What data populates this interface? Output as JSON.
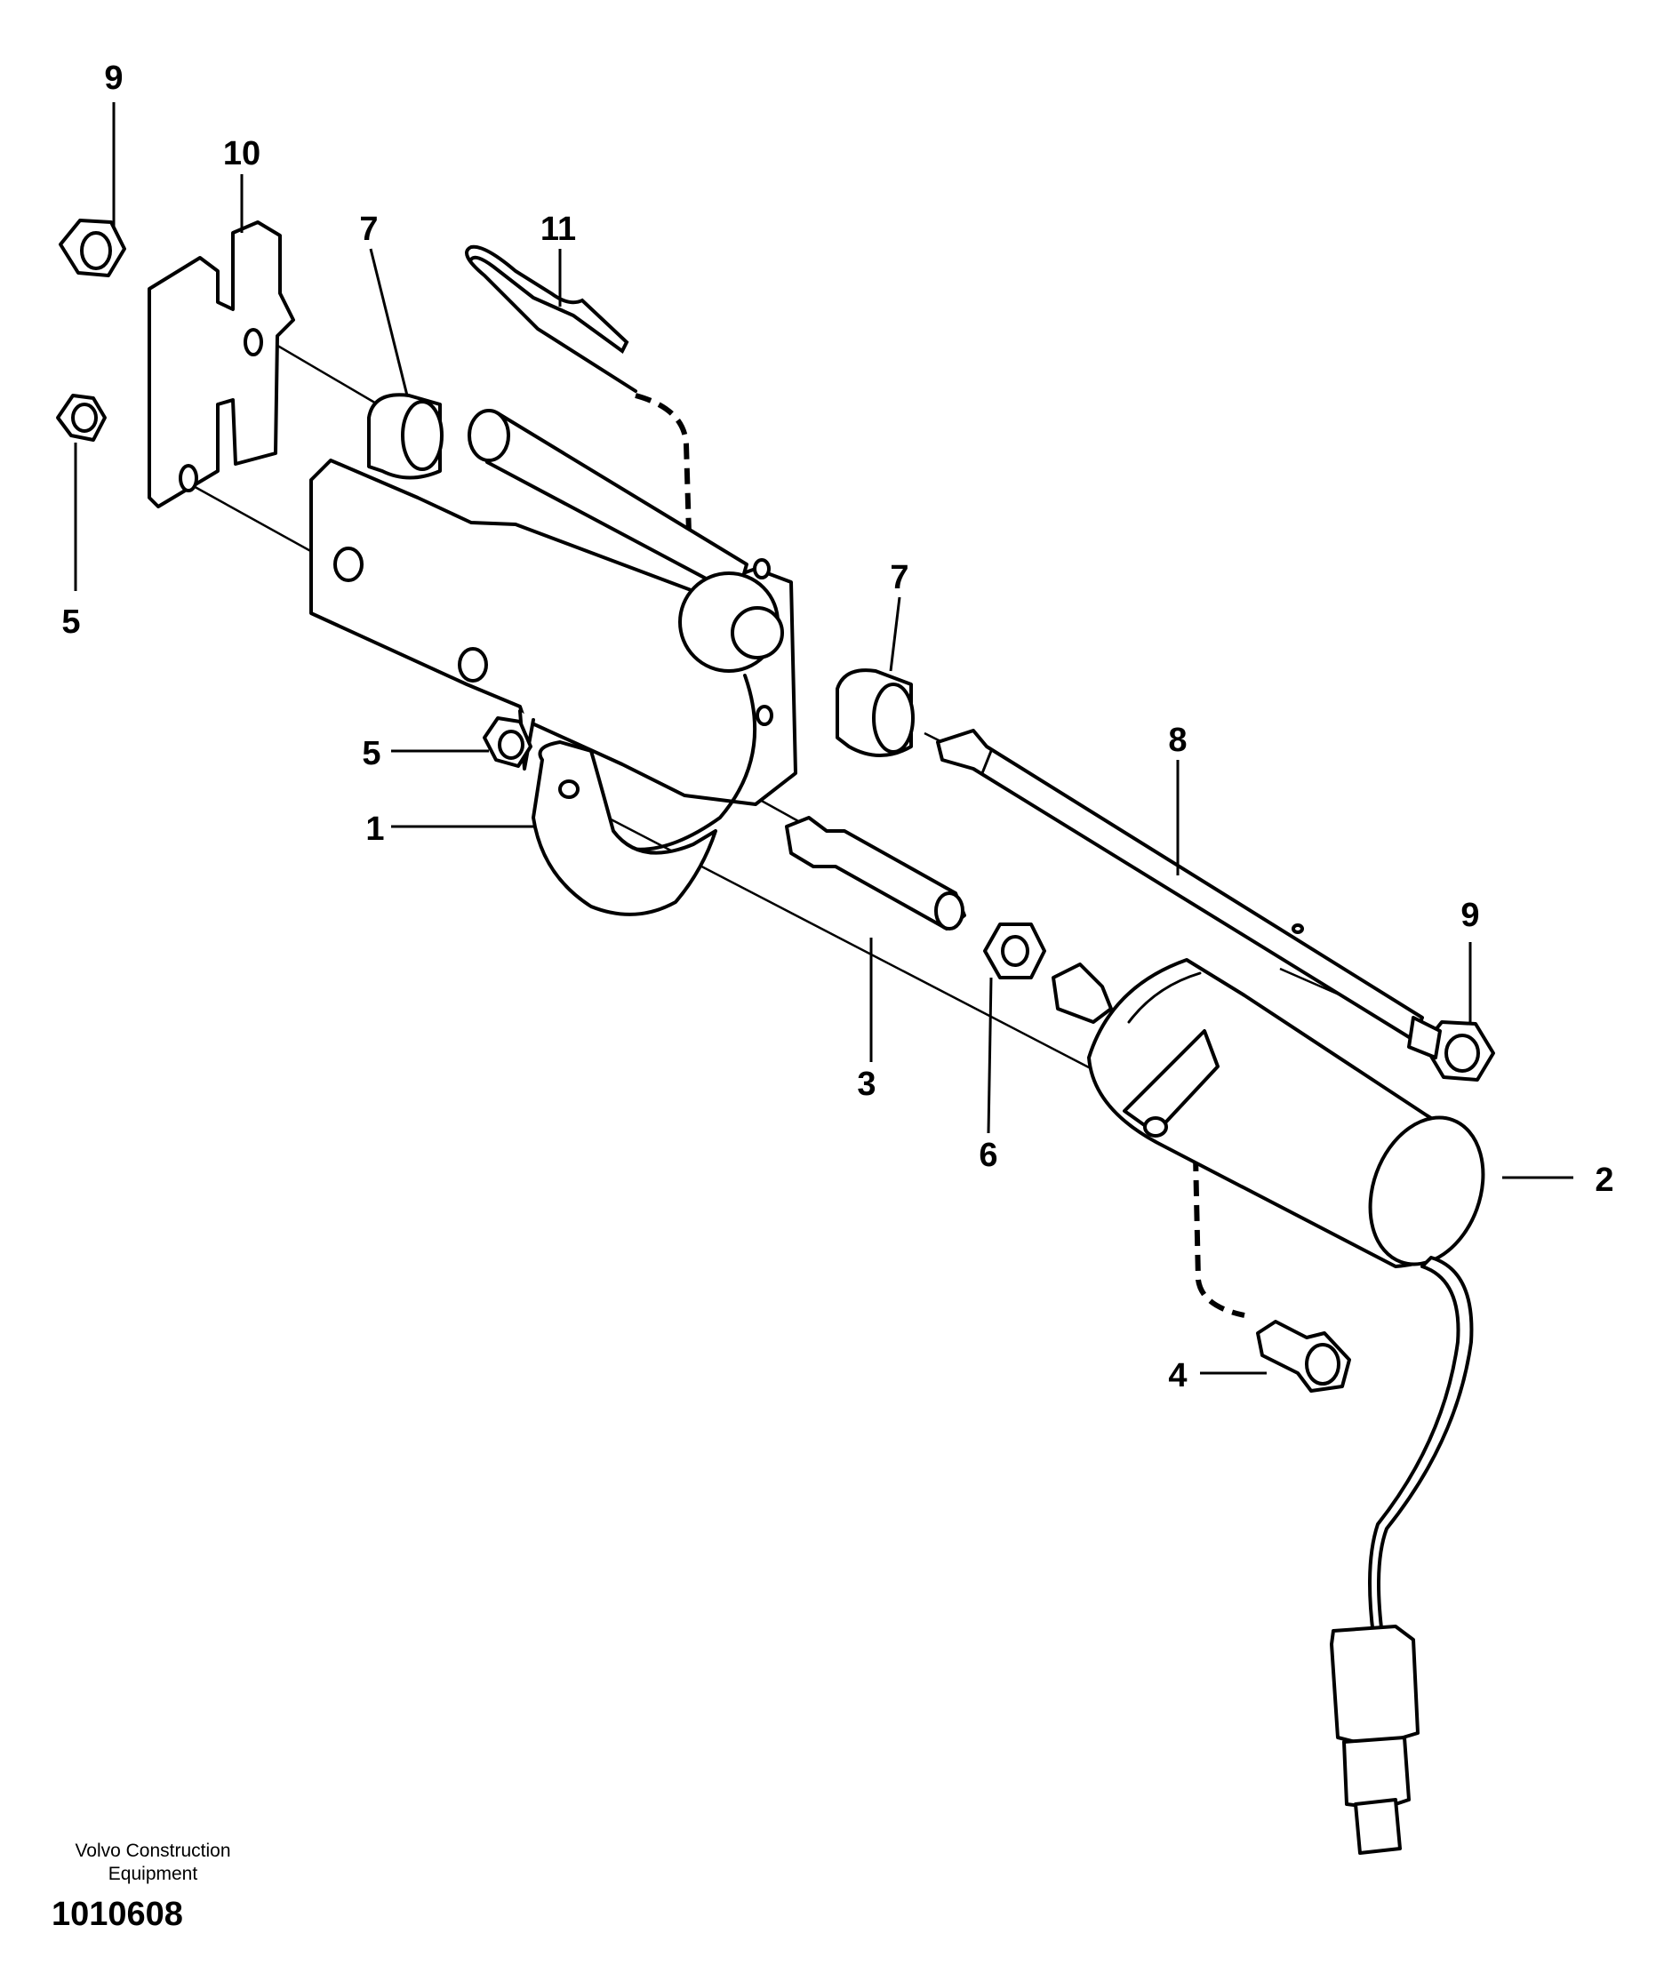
{
  "footer": {
    "brand_line1": "Volvo Construction",
    "brand_line2": "Equipment",
    "document_number": "1010608"
  },
  "callouts": {
    "c1": "1",
    "c2": "2",
    "c3": "3",
    "c4": "4",
    "c5a": "5",
    "c5b": "5",
    "c6": "6",
    "c7a": "7",
    "c7b": "7",
    "c8": "8",
    "c9a": "9",
    "c9b": "9",
    "c10": "10",
    "c11": "11"
  }
}
